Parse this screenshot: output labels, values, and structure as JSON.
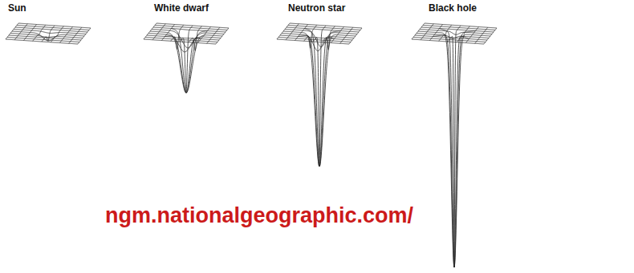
{
  "diagram": {
    "labels": [
      "Sun",
      "White dwarf",
      "Neutron star",
      "Black hole",
      "ngm.nationalgeographic.com/"
    ]
  }
}
